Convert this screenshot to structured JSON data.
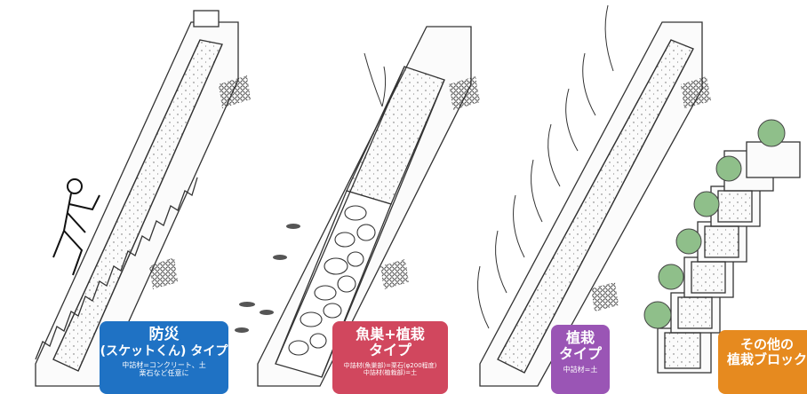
{
  "labels": {
    "disaster": {
      "title": "防災",
      "subtitle": "(スケットくん) タイプ",
      "note": "中詰材=コンクリート、土\n栗石など任意に"
    },
    "fish": {
      "title": "魚巣+植栽",
      "subtitle": "タイプ",
      "note": "中詰材(魚巣部)=栗石(φ200程度)\n中詰材(植栽部)=土"
    },
    "planting": {
      "title": "植栽",
      "subtitle": "タイプ",
      "note": "中詰材=土"
    },
    "other": {
      "title": "その他の",
      "subtitle": "植栽ブロック"
    }
  },
  "colors": {
    "disaster": "#1f72c4",
    "fish": "#d1475e",
    "planting": "#9a55b5",
    "other": "#e68a1f",
    "line": "#333333",
    "shrub": "#8fbf8a"
  }
}
